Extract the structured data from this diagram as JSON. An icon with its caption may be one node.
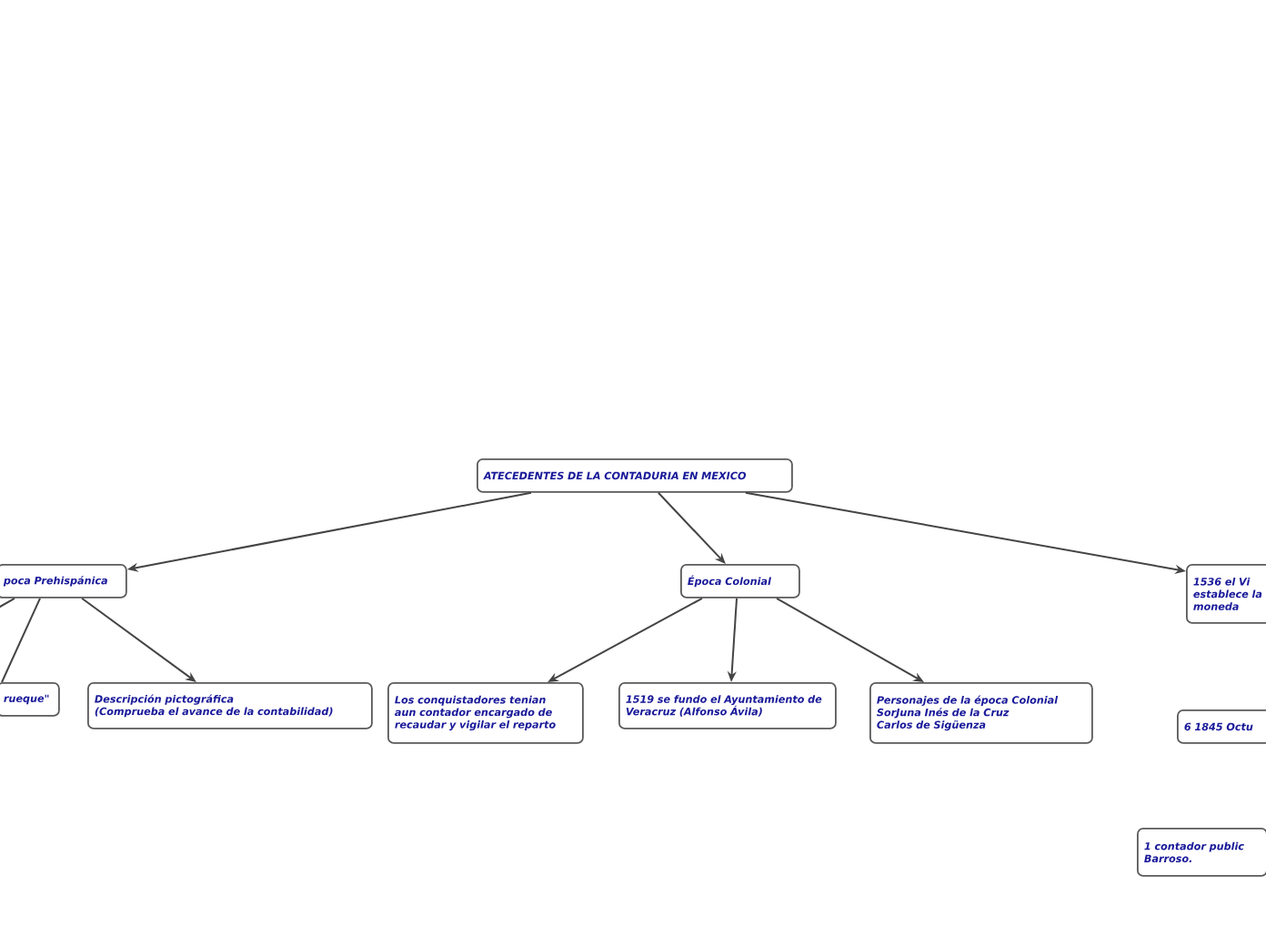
{
  "diagram": {
    "nodes": [
      {
        "text": [
          "ATECEDENTES DE LA CONTADURIA EN MEXICO"
        ]
      },
      {
        "text": [
          "poca Prehispánica"
        ]
      },
      {
        "text": [
          "Época Colonial"
        ]
      },
      {
        "text": [
          "1536 el Vi establece la moneda"
        ]
      },
      {
        "text": [
          "rueque\""
        ]
      },
      {
        "text": [
          "Descripción pictográfica",
          "(Comprueba el avance de la contabilidad)"
        ]
      },
      {
        "text": [
          "Los conquistadores tenian aun contador encargado de recaudar y vigilar el reparto"
        ]
      },
      {
        "text": [
          "1519 se fundo el Ayuntamiento de Veracruz (Alfonso Ávila)"
        ]
      },
      {
        "text": [
          "Personajes de la época Colonial",
          "SorJuna Inés de la Cruz",
          "Carlos de Sigüenza"
        ]
      },
      {
        "text": [
          "6 1845 Octu"
        ]
      },
      {
        "text": [
          "1 contador public Barroso."
        ]
      }
    ],
    "edges": [
      {
        "from": 0,
        "to": 1,
        "arrow": "to"
      },
      {
        "from": 0,
        "to": 2,
        "arrow": "to"
      },
      {
        "from": 0,
        "to": 3,
        "arrow": "to"
      },
      {
        "from": 1,
        "to": null,
        "arrow": "none"
      },
      {
        "from": 1,
        "to": 4,
        "arrow": "none"
      },
      {
        "from": 1,
        "to": 5,
        "arrow": "to"
      },
      {
        "from": 2,
        "to": 6,
        "arrow": "to"
      },
      {
        "from": 2,
        "to": 7,
        "arrow": "to"
      },
      {
        "from": 2,
        "to": 8,
        "arrow": "to"
      }
    ]
  }
}
